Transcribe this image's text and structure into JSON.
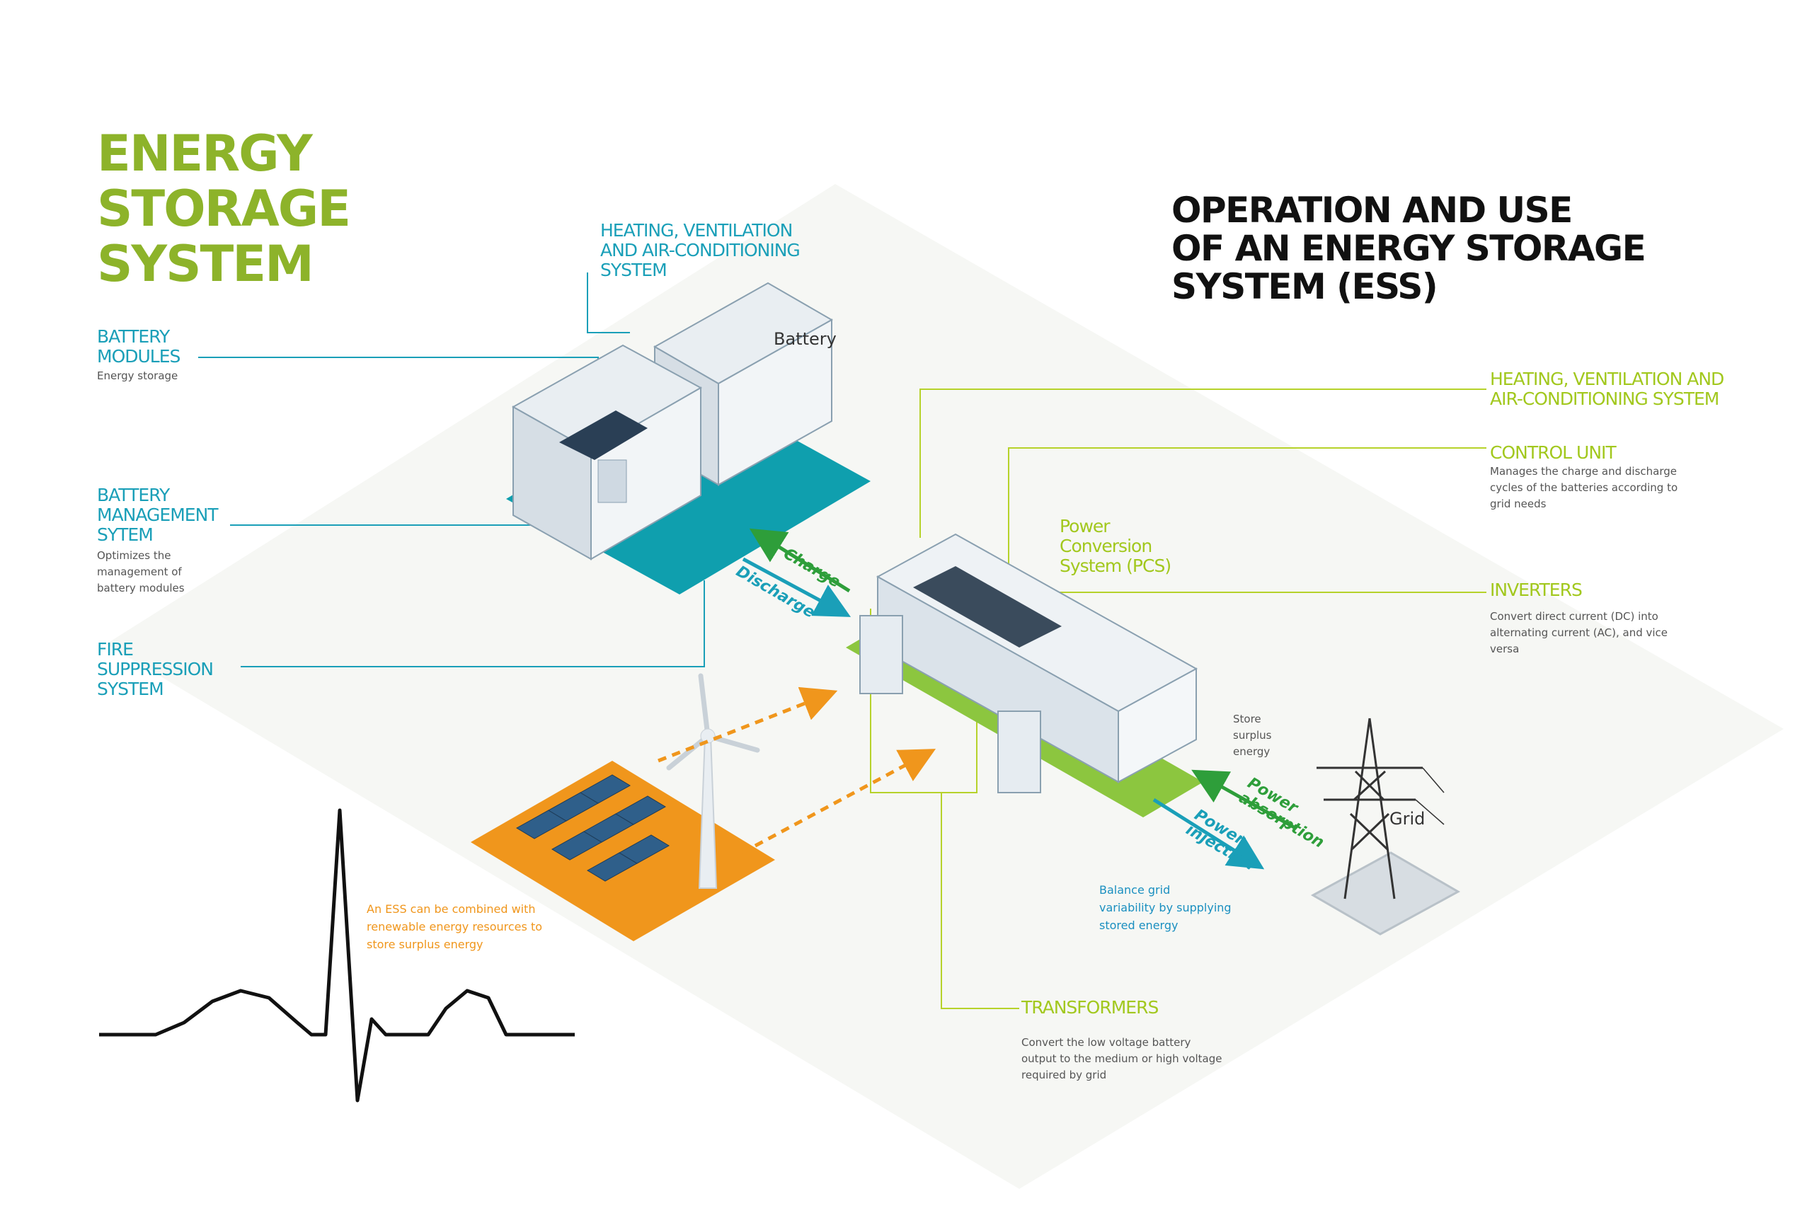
{
  "title": "ENERGY\nSTORAGE\nSYSTEM",
  "heading": "OPERATION AND USE\nOF AN ENERGY STORAGE\nSYSTEM (ESS)",
  "left_labels": {
    "hvac": "HEATING, VENTILATION\nAND AIR-CONDITIONING\nSYSTEM",
    "battery_modules": "BATTERY\nMODULES",
    "battery_modules_desc": "Energy storage",
    "bms": "BATTERY\nMANAGEMENT\nSYTEM",
    "bms_desc": "Optimizes the\nmanagement of\nbattery modules",
    "fire": "FIRE\nSUPPRESSION\nSYSTEM"
  },
  "right_labels": {
    "hvac": "HEATING, VENTILATION AND\nAIR-CONDITIONING SYSTEM",
    "control_unit": "CONTROL UNIT",
    "control_unit_desc": "Manages the charge and discharge\ncycles of the batteries according to\ngrid needs",
    "inverters": "INVERTERS",
    "inverters_desc": "Convert direct current (DC) into\nalternating current (AC), and vice\nversa",
    "pcs": "Power\nConversion\nSystem (PCS)",
    "transformers": "TRANSFORMERS",
    "transformers_desc": "Convert the low voltage battery\noutput to the medium or high voltage\nrequired by grid"
  },
  "diagram_text": {
    "battery": "Battery",
    "charge": "Charge",
    "discharge": "Discharge",
    "store_surplus": "Store\nsurplus\nenergy",
    "power_absorption": "Power\nabsorption",
    "power_injection": "Power\ninjection",
    "grid": "Grid",
    "balance_grid": "Balance grid\nvariability by supplying\nstored energy",
    "renewables_note": "An ESS can be combined with\nrenewable energy resources to\nstore surplus energy"
  },
  "colors": {
    "title_green": "#8db32a",
    "teal": "#1a9fb8",
    "lime": "#a2c81e",
    "orange": "#f0961c",
    "platform_teal": "#0f9fae",
    "platform_green": "#8cc63f",
    "solar_blue": "#2f5f8a"
  },
  "icons": [
    "battery-container-icon",
    "pcs-container-icon",
    "solar-panel-icon",
    "wind-turbine-icon",
    "power-tower-icon",
    "heartbeat-icon"
  ]
}
